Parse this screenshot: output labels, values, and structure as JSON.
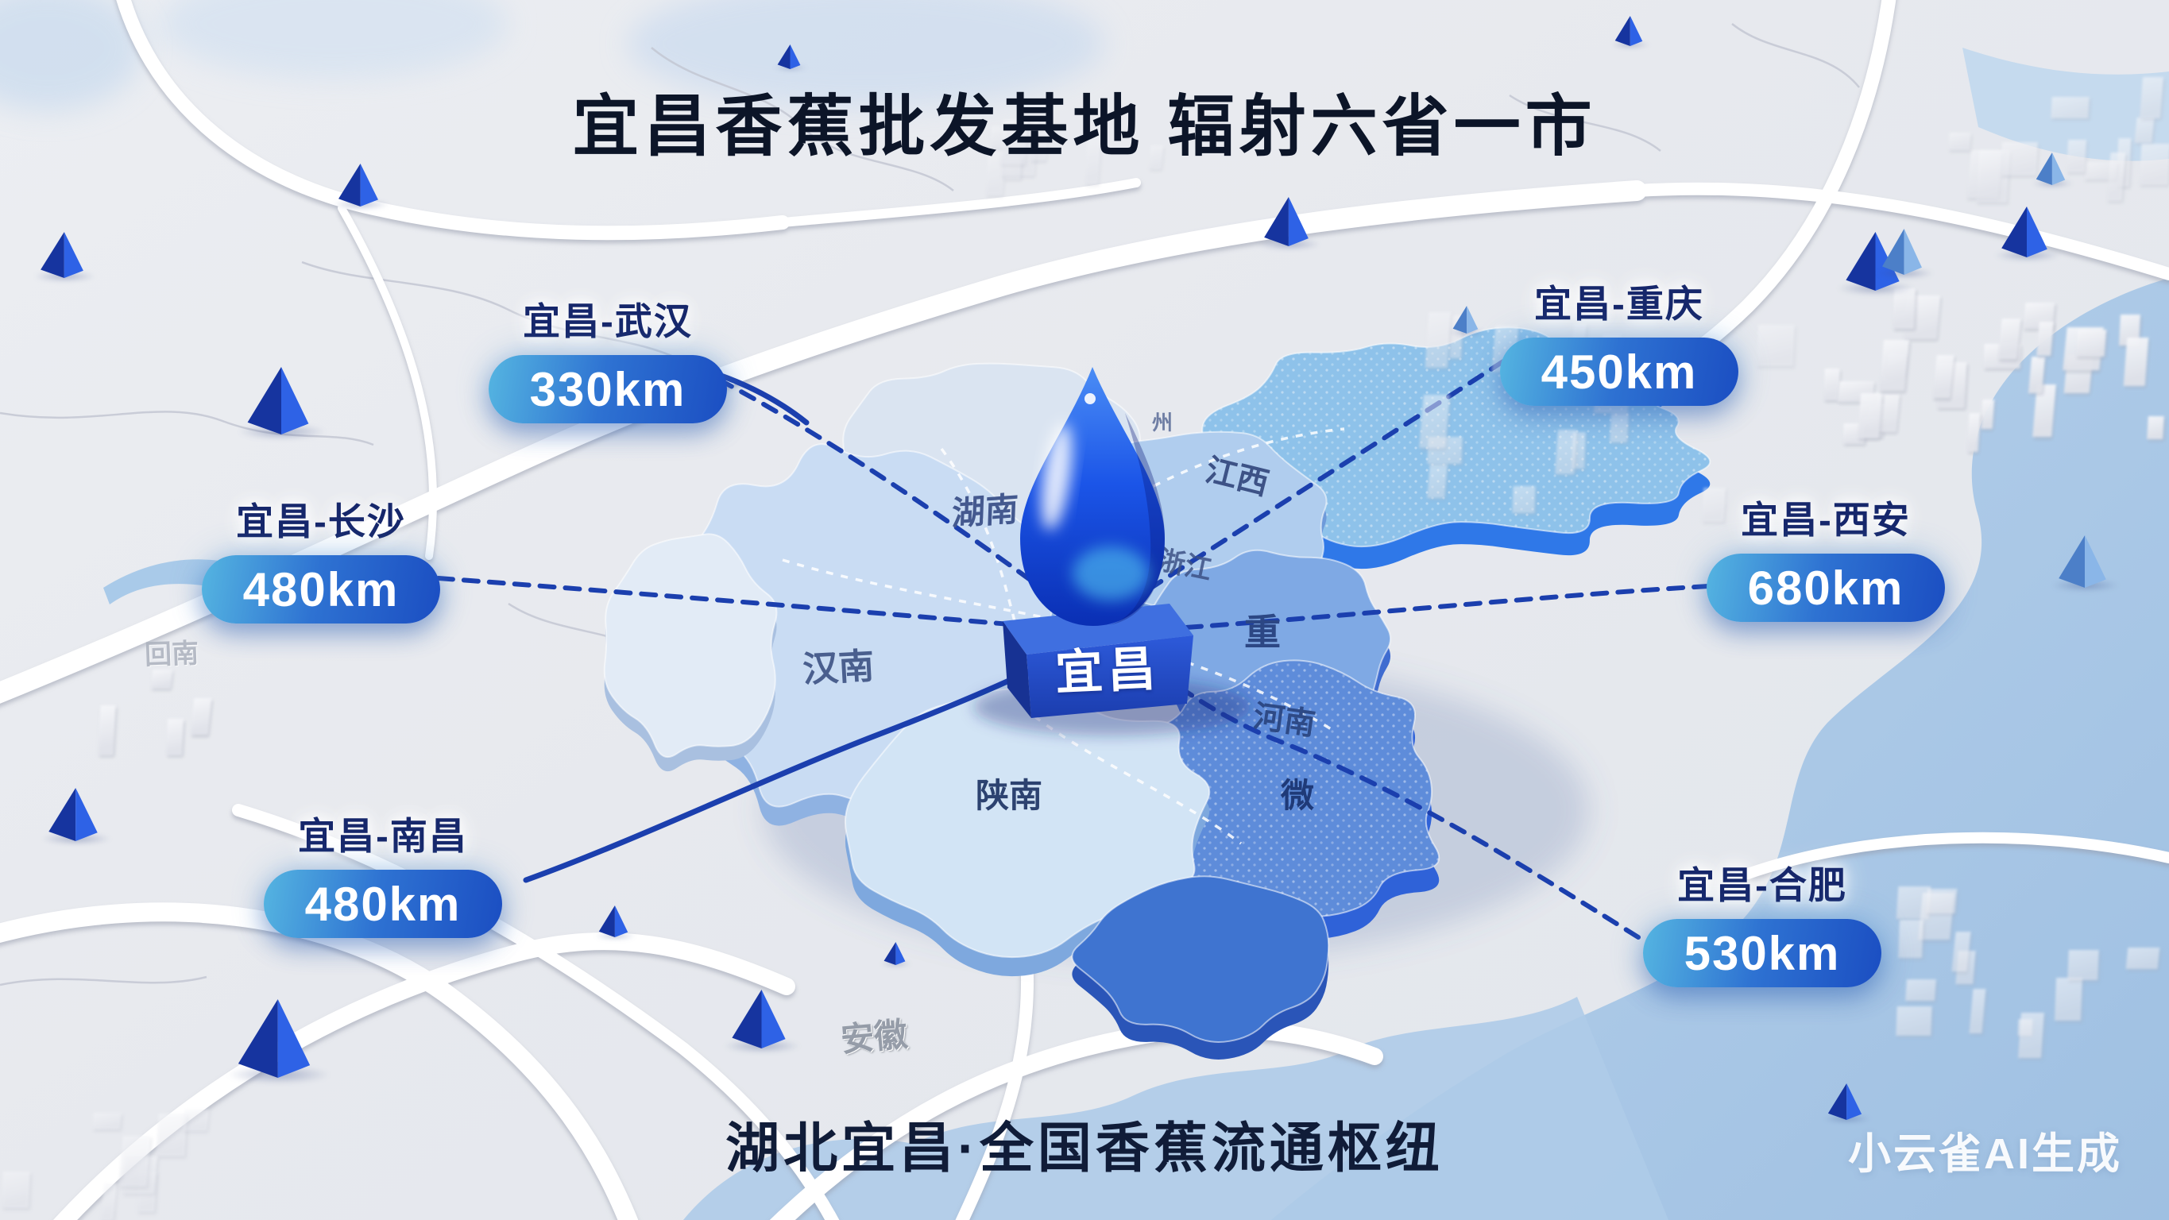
{
  "title": "宜昌香蕉批发基地 辐射六省一市",
  "tagline": "湖北宜昌·全国香蕉流通枢纽",
  "watermark": "小云雀AI生成",
  "center_marker": {
    "label": "宜昌",
    "icon": "water-drop-icon"
  },
  "routes": [
    {
      "name": "宜昌-武汉",
      "distance": "330km"
    },
    {
      "name": "宜昌-重庆",
      "distance": "450km"
    },
    {
      "name": "宜昌-长沙",
      "distance": "480km"
    },
    {
      "name": "宜昌-西安",
      "distance": "680km"
    },
    {
      "name": "宜昌-南昌",
      "distance": "480km"
    },
    {
      "name": "宜昌-合肥",
      "distance": "530km"
    }
  ],
  "map_labels": [
    {
      "text": "湖南"
    },
    {
      "text": "汉南"
    },
    {
      "text": "江西"
    },
    {
      "text": "浙江"
    },
    {
      "text": "重"
    },
    {
      "text": "河南"
    },
    {
      "text": "微"
    },
    {
      "text": "陕南"
    },
    {
      "text": "安徽"
    },
    {
      "text": "回南"
    },
    {
      "text": "州"
    }
  ],
  "colors": {
    "accent_blue": "#1c4fc0",
    "pill_gradient_start": "#55b5e1",
    "pill_gradient_end": "#1b4ec2",
    "route_text": "#16276b",
    "title_text": "#0c1528",
    "water": "#a6c5e5",
    "droplet_blue": "#0b3bd0",
    "dashed_line": "#1b3fae"
  }
}
